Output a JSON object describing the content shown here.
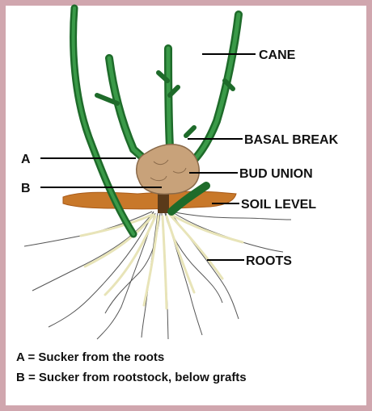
{
  "labels": {
    "cane": "CANE",
    "basal_break": "BASAL BREAK",
    "bud_union": "BUD UNION",
    "soil_level": "SOIL LEVEL",
    "roots": "ROOTS",
    "a": "A",
    "b": "B"
  },
  "legend": [
    "A = Sucker from the roots",
    "B = Sucker from rootstock, below grafts"
  ],
  "colors": {
    "frame": "#d0a6ae",
    "cane": "#2e8b3a",
    "bud_union": "#c8a27a",
    "soil": "#c8782a",
    "roots": "#f2f0cf"
  }
}
